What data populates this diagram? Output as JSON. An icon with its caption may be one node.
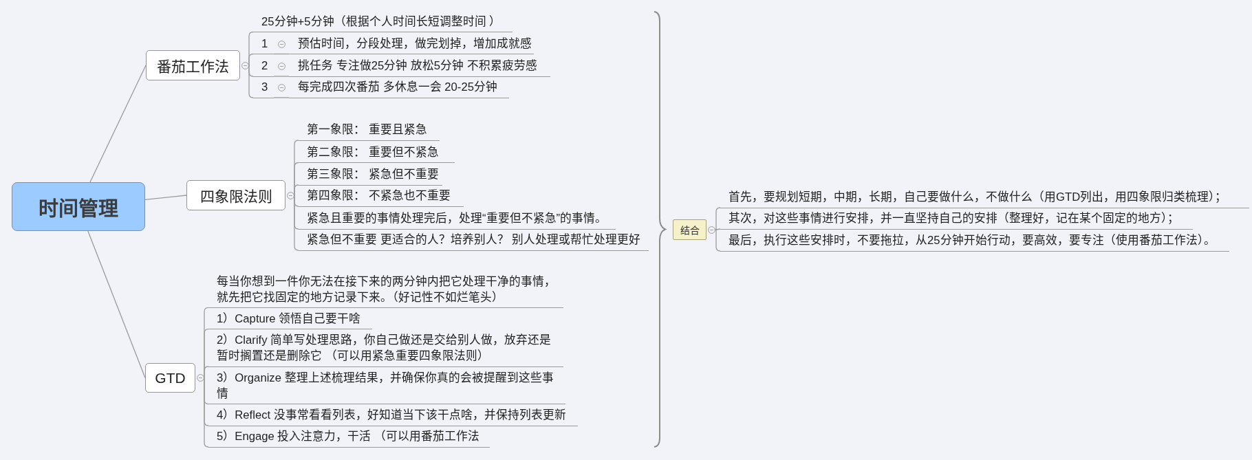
{
  "diagram": {
    "nodes": [
      {
        "text": [
          "时间管理"
        ]
      },
      {
        "text": [
          "番茄工作法"
        ]
      },
      {
        "text": [
          "25分钟+5分钟（根据个人时间长短调整时间 ）"
        ]
      },
      {
        "text": [
          "1"
        ]
      },
      {
        "text": [
          "预估时间，分段处理，做完划掉，增加成就感"
        ]
      },
      {
        "text": [
          "2"
        ]
      },
      {
        "text": [
          "挑任务 专注做25分钟 放松5分钟 不积累疲劳感"
        ]
      },
      {
        "text": [
          "3"
        ]
      },
      {
        "text": [
          "每完成四次番茄 多休息一会 20-25分钟"
        ]
      },
      {
        "text": [
          "四象限法则"
        ]
      },
      {
        "text": [
          "第一象限： 重要且紧急"
        ]
      },
      {
        "text": [
          "第二象限： 重要但不紧急"
        ]
      },
      {
        "text": [
          "第三象限： 紧急但不重要"
        ]
      },
      {
        "text": [
          "第四象限： 不紧急也不重要"
        ]
      },
      {
        "text": [
          "紧急且重要的事情处理完后，处理“重要但不紧急”的事情。"
        ]
      },
      {
        "text": [
          "紧急但不重要 更适合的人？培养别人？ 别人处理或帮忙处理更好"
        ]
      },
      {
        "text": [
          "GTD"
        ]
      },
      {
        "text": [
          "每当你想到一件你无法在接下来的两分钟内把它处理干净的事情，就先把它找固定的地方记录下来。（好记性不如烂笔头）"
        ]
      },
      {
        "text": [
          "1）Capture 领悟自己要干啥"
        ]
      },
      {
        "text": [
          "2）Clarify 简单写处理思路，你自己做还是交给别人做，放弃还是暂时搁置还是删除它 （可以用紧急重要四象限法则）"
        ]
      },
      {
        "text": [
          "3）Organize 整理上述梳理结果，并确保你真的会被提醒到这些事情"
        ]
      },
      {
        "text": [
          "4）Reflect 没事常看看列表，好知道当下该干点啥，并保持列表更新"
        ]
      },
      {
        "text": [
          "5）Engage 投入注意力，干活 （可以用番茄工作法"
        ]
      },
      {
        "text": [
          "结合"
        ]
      },
      {
        "text": [
          "首先，要规划短期，中期，长期，自己要做什么，不做什么（用GTD列出，用四象限归类梳理）；"
        ]
      },
      {
        "text": [
          "其次，对这些事情进行安排，并一直坚持自己的安排（整理好，记在某个固定的地方）；"
        ]
      },
      {
        "text": [
          "最后，执行这些安排时，不要拖拉，从25分钟开始行动，要高效，要专注（使用番茄工作法）。"
        ]
      }
    ],
    "edges": [
      {
        "from": 0,
        "to": 1,
        "arrow": "none"
      },
      {
        "from": 0,
        "to": 9,
        "arrow": "none"
      },
      {
        "from": 0,
        "to": 16,
        "arrow": "none"
      },
      {
        "from": 1,
        "to": 2,
        "arrow": "none"
      },
      {
        "from": 1,
        "to": 3,
        "arrow": "none"
      },
      {
        "from": 1,
        "to": 5,
        "arrow": "none"
      },
      {
        "from": 1,
        "to": 7,
        "arrow": "none"
      },
      {
        "from": 3,
        "to": 4,
        "arrow": "none"
      },
      {
        "from": 5,
        "to": 6,
        "arrow": "none"
      },
      {
        "from": 7,
        "to": 8,
        "arrow": "none"
      },
      {
        "from": 9,
        "to": 10,
        "arrow": "none"
      },
      {
        "from": 9,
        "to": 11,
        "arrow": "none"
      },
      {
        "from": 9,
        "to": 12,
        "arrow": "none"
      },
      {
        "from": 9,
        "to": 13,
        "arrow": "none"
      },
      {
        "from": 9,
        "to": 14,
        "arrow": "none"
      },
      {
        "from": 9,
        "to": 15,
        "arrow": "none"
      },
      {
        "from": 16,
        "to": 17,
        "arrow": "none"
      },
      {
        "from": 16,
        "to": 18,
        "arrow": "none"
      },
      {
        "from": 16,
        "to": 19,
        "arrow": "none"
      },
      {
        "from": 16,
        "to": 20,
        "arrow": "none"
      },
      {
        "from": 16,
        "to": 21,
        "arrow": "none"
      },
      {
        "from": 16,
        "to": 22,
        "arrow": "none"
      },
      {
        "from": 23,
        "to": 24,
        "arrow": "none"
      },
      {
        "from": 23,
        "to": 25,
        "arrow": "none"
      },
      {
        "from": 23,
        "to": 26,
        "arrow": "none"
      }
    ]
  }
}
